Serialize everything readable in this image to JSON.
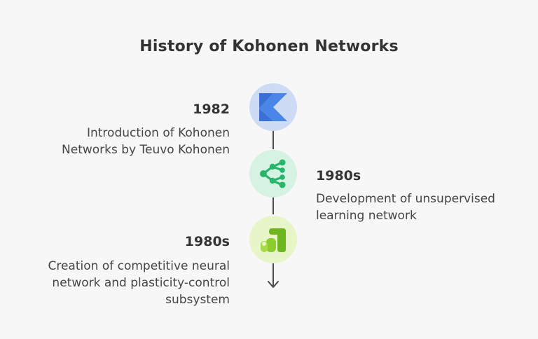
{
  "title": "History of Kohonen Networks",
  "events": [
    {
      "year": "1982",
      "description_lines": [
        "Introduction of Kohonen",
        "Networks by Teuvo Kohonen"
      ],
      "icon": "kohonen-k-logo-icon",
      "circle_color": "#cddcf4"
    },
    {
      "year": "1980s",
      "description_lines": [
        "Development of unsupervised",
        "learning network"
      ],
      "icon": "share-network-icon",
      "circle_color": "#d6f2e2"
    },
    {
      "year": "1980s",
      "description_lines": [
        "Creation of competitive neural",
        "network and plasticity-control",
        "subsystem"
      ],
      "icon": "analytics-bars-icon",
      "circle_color": "#e7f5c9"
    }
  ]
}
